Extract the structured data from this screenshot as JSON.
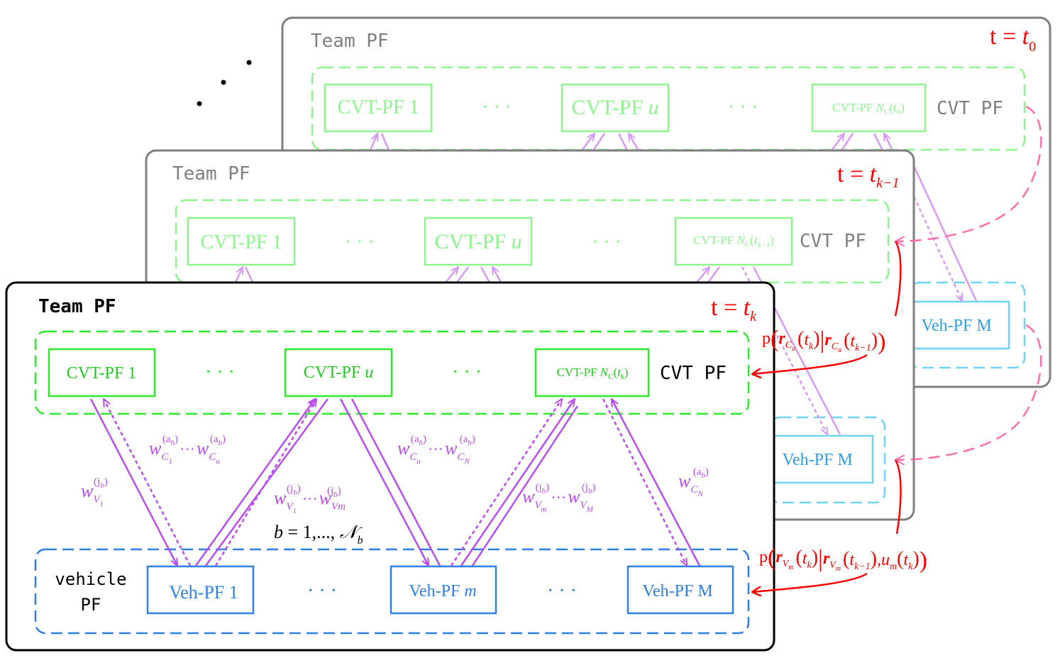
{
  "colors": {
    "black": "#000000",
    "gray": "#7f7f7f",
    "green": "#2ee82e",
    "light_green": "#8ef58e",
    "blue": "#2f7fe6",
    "light_blue": "#6fd3f5",
    "purple": "#b84df0",
    "light_purple": "#d79af5",
    "red": "#ff0000",
    "pink": "#ff6ea8"
  },
  "frames": {
    "t0": {
      "title": "Team PF",
      "time_prefix": "t = ",
      "time_var": "t",
      "time_sub": "0"
    },
    "tk_1": {
      "title": "Team PF",
      "time_prefix": "t = ",
      "time_var": "t",
      "time_sub": "k−1"
    },
    "tk": {
      "title": "Team PF",
      "time_prefix": "t = ",
      "time_var": "t",
      "time_sub": "k"
    }
  },
  "cvt_group_label": "CVT  PF",
  "vehicle_group_label": [
    "vehicle",
    "PF"
  ],
  "cvt_boxes": {
    "first": "CVT-PF 1",
    "mid_prefix": "CVT-PF ",
    "mid_var": "u",
    "last_prefix": "CVT-PF ",
    "last_var": "N",
    "last_sub": "C",
    "last_arg_t0": "0",
    "last_arg_tk_1": "k−1",
    "last_arg_tk": "k"
  },
  "veh_boxes": {
    "first": "Veh-PF 1",
    "mid_prefix": "Veh-PF ",
    "mid_var": "m",
    "last": "Veh-PF M"
  },
  "ellipsis": "· · ·",
  "stack_dots": "•",
  "weights": {
    "w": "w",
    "ab": "(a",
    "ab_sub": "b",
    "jb": "(j",
    "close": ")",
    "dots": "···",
    "C1": "C",
    "C1_sub": "1",
    "Cu": "C",
    "Cu_sub": "u",
    "CN": "C",
    "CN_sub": "N",
    "V1": "V",
    "V1_sub": "1",
    "Vm_plain": "Vm",
    "Vm": "V",
    "Vm_sub": "m",
    "VM": "V",
    "VM_sub": "M"
  },
  "b_range": {
    "b": "b",
    "eq": " = 1,..., ",
    "N": "𝒩",
    "N_sub": "b"
  },
  "transitions": {
    "cvt": {
      "p": "p",
      "r": "r",
      "C": "C",
      "u": "u",
      "tk": "t",
      "k": "k",
      "k1": "k−1"
    },
    "veh": {
      "p": "p",
      "r": "r",
      "V": "V",
      "m": "m",
      "tk": "t",
      "k": "k",
      "k1": "k−1",
      "u": "u"
    }
  }
}
